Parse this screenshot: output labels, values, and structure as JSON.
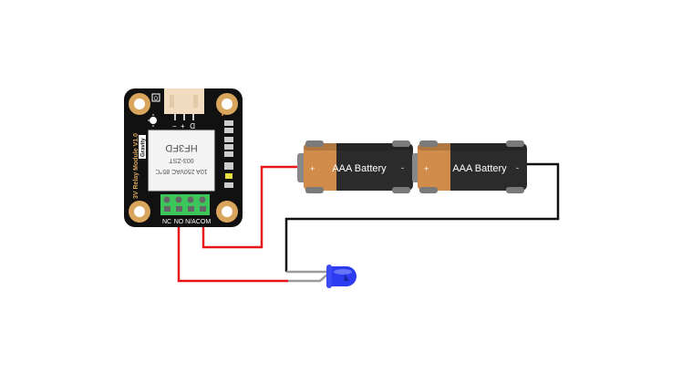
{
  "diagram": {
    "relay_module": {
      "board_label": "3V Relay Module V1.0",
      "brand_tag": "Gravity",
      "relay_model": "HF3FD",
      "relay_part": "003-ZST",
      "relay_rating": "10A 250VAC  85℃",
      "connector_pins": [
        "−",
        "+",
        "D"
      ],
      "connector_tag": "D",
      "terminal_labels": [
        "NC",
        "NO",
        "N/A",
        "COM"
      ]
    },
    "batteries": [
      {
        "label": "AAA Battery",
        "plus": "+",
        "minus": "-"
      },
      {
        "label": "AAA Battery",
        "plus": "+",
        "minus": "-"
      }
    ],
    "led": {
      "color": "blue"
    },
    "wire_colors": {
      "red": "#e8141a",
      "black": "#111111",
      "lead": "#9a9a9a"
    }
  }
}
